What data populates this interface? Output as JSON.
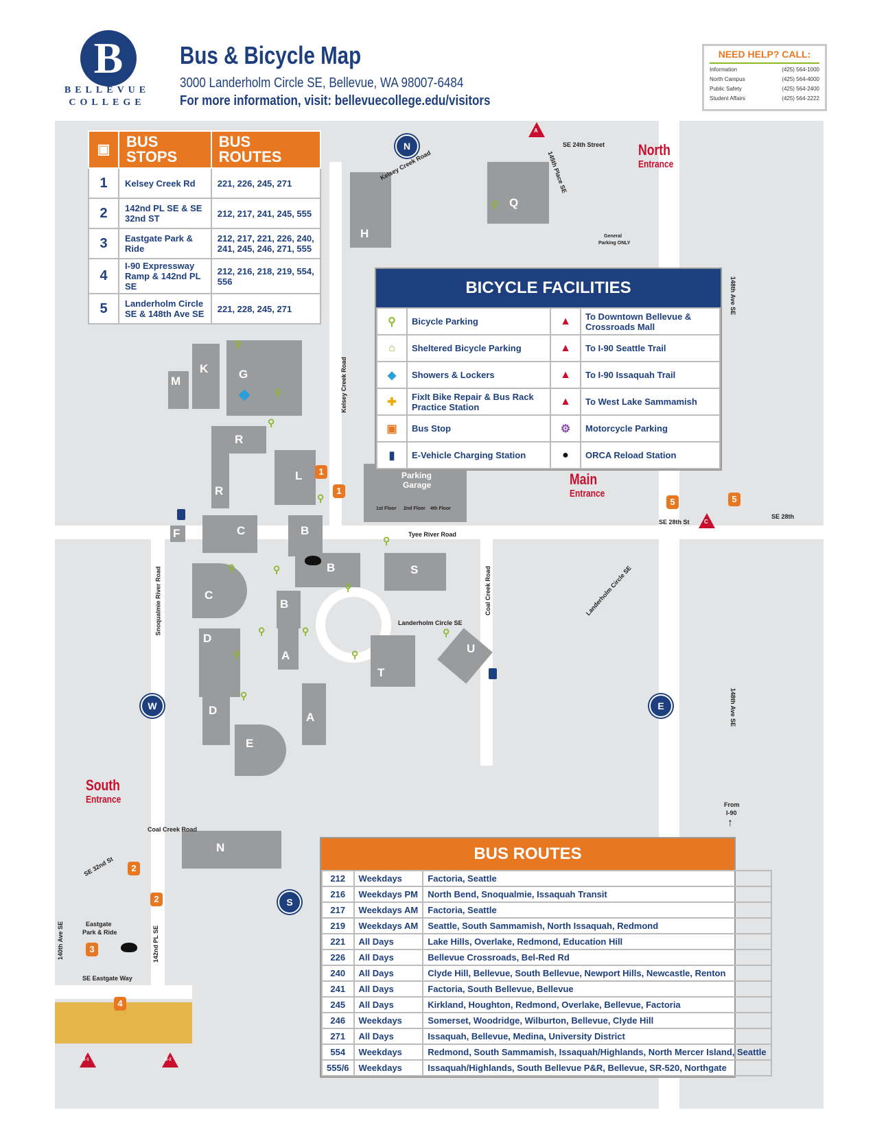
{
  "header": {
    "logo_letter": "B",
    "logo_line1": "BELLEVUE",
    "logo_line2": "COLLEGE",
    "title": "Bus & Bicycle Map",
    "address": "3000 Landerholm Circle SE, Bellevue, WA 98007-6484",
    "info": "For more information, visit: bellevuecollege.edu/visitors"
  },
  "help": {
    "title": "NEED HELP? CALL:",
    "rows": [
      {
        "label": "Information",
        "phone": "(425) 564-1000"
      },
      {
        "label": "North Campus",
        "phone": "(425) 564-4000"
      },
      {
        "label": "Public Safety",
        "phone": "(425) 564-2400"
      },
      {
        "label": "Student Affairs",
        "phone": "(425) 564-2222"
      }
    ]
  },
  "bus_stops_table": {
    "header_stops": "BUS STOPS",
    "header_routes": "BUS ROUTES",
    "rows": [
      {
        "num": "1",
        "stop": "Kelsey Creek Rd",
        "routes": "221, 226, 245, 271"
      },
      {
        "num": "2",
        "stop": "142nd PL SE & SE 32nd ST",
        "routes": "212, 217, 241, 245, 555"
      },
      {
        "num": "3",
        "stop": "Eastgate Park & Ride",
        "routes": "212, 217, 221, 226, 240, 241, 245, 246, 271, 555"
      },
      {
        "num": "4",
        "stop": "I-90 Expressway Ramp & 142nd PL SE",
        "routes": "212, 216, 218, 219, 554, 556"
      },
      {
        "num": "5",
        "stop": "Landerholm Circle SE & 148th Ave SE",
        "routes": "221, 228, 245, 271"
      }
    ]
  },
  "bicycle_facilities": {
    "title": "BICYCLE FACILITIES",
    "left": [
      {
        "icon": "bike-icon",
        "label": "Bicycle Parking"
      },
      {
        "icon": "sheltered-bike-icon",
        "label": "Sheltered Bicycle Parking"
      },
      {
        "icon": "diamond-icon",
        "label": "Showers & Lockers"
      },
      {
        "icon": "wrench-icon",
        "label": "FixIt Bike Repair & Bus Rack Practice Station"
      },
      {
        "icon": "bus-icon",
        "label": "Bus Stop"
      },
      {
        "icon": "ev-charging-icon",
        "label": "E-Vehicle Charging Station"
      }
    ],
    "right": [
      {
        "icon": "A",
        "label": "To Downtown Bellevue & Crossroads Mall"
      },
      {
        "icon": "B-1",
        "label": "To I-90 Seattle Trail"
      },
      {
        "icon": "B-2",
        "label": "To I-90 Issaquah Trail"
      },
      {
        "icon": "C",
        "label": "To West Lake Sammamish"
      },
      {
        "icon": "motorcycle-icon",
        "label": "Motorcycle Parking"
      },
      {
        "icon": "orca-icon",
        "label": "ORCA Reload Station"
      }
    ]
  },
  "bus_routes_table": {
    "title": "BUS ROUTES",
    "rows": [
      {
        "route": "212",
        "days": "Weekdays",
        "dest": "Factoria, Seattle"
      },
      {
        "route": "216",
        "days": "Weekdays PM",
        "dest": "North Bend, Snoqualmie, Issaquah Transit"
      },
      {
        "route": "217",
        "days": "Weekdays AM",
        "dest": "Factoria, Seattle"
      },
      {
        "route": "219",
        "days": "Weekdays AM",
        "dest": "Seattle, South Sammamish, North Issaquah, Redmond"
      },
      {
        "route": "221",
        "days": "All Days",
        "dest": "Lake Hills, Overlake, Redmond, Education Hill"
      },
      {
        "route": "226",
        "days": "All Days",
        "dest": "Bellevue Crossroads, Bel-Red Rd"
      },
      {
        "route": "240",
        "days": "All Days",
        "dest": "Clyde Hill, Bellevue, South Bellevue, Newport Hills, Newcastle, Renton"
      },
      {
        "route": "241",
        "days": "All Days",
        "dest": "Factoria, South Bellevue, Bellevue"
      },
      {
        "route": "245",
        "days": "All Days",
        "dest": "Kirkland, Houghton, Redmond, Overlake, Bellevue, Factoria"
      },
      {
        "route": "246",
        "days": "Weekdays",
        "dest": "Somerset, Woodridge, Wilburton, Bellevue, Clyde Hill"
      },
      {
        "route": "271",
        "days": "All Days",
        "dest": "Issaquah, Bellevue, Medina, University District"
      },
      {
        "route": "554",
        "days": "Weekdays",
        "dest": "Redmond, South Sammamish, Issaquah/Highlands, North Mercer Island, Seattle"
      },
      {
        "route": "555/6",
        "days": "Weekdays",
        "dest": "Issaquah/Highlands, South Bellevue P&R, Bellevue, SR-520, Northgate"
      }
    ]
  },
  "map": {
    "entrances": {
      "north": "North",
      "north_sub": "Entrance",
      "main": "Main",
      "main_sub": "Entrance",
      "south": "South",
      "south_sub": "Entrance"
    },
    "roads": {
      "se24": "SE 24th Street",
      "kelsey": "Kelsey Creek Road",
      "pl145": "145th Place SE",
      "general": "General",
      "parking_only": "Parking ONLY",
      "ave148a": "148th Ave SE",
      "ave148b": "148th Ave SE",
      "kelsey2": "Kelsey Creek Road",
      "tyee": "Tyee River Road",
      "coal": "Coal Creek Road",
      "se28": "SE 28th St",
      "se28b": "SE 28th",
      "landerholm": "Landerholm Circle SE",
      "landerholm2": "Landerholm Circle SE",
      "snoqualmie": "Snoqualmie River Road",
      "coal2": "Coal Creek Road",
      "se32": "SE 32nd St",
      "ave140": "140th Ave SE",
      "pl142": "142nd PL SE",
      "eastgate_way": "SE Eastgate Way",
      "eastgate_pr": "Eastgate",
      "park_ride": "Park & Ride",
      "from": "From",
      "i90": "I-90"
    },
    "garage": {
      "title": "Parking",
      "title2": "Garage",
      "f1": "1st Floor",
      "f2": "2nd Floor",
      "f4": "4th Floor"
    },
    "compass": {
      "n": "N",
      "w": "W",
      "e": "E",
      "s": "S"
    },
    "buildings": [
      "H",
      "Q",
      "M",
      "K",
      "G",
      "R",
      "R",
      "L",
      "F",
      "C",
      "C",
      "B",
      "B",
      "B",
      "S",
      "D",
      "D",
      "A",
      "A",
      "E",
      "T",
      "U",
      "N"
    ],
    "stop_markers": {
      "a": "1",
      "b": "1",
      "c": "5",
      "d": "5",
      "e": "2",
      "f": "2",
      "g": "3",
      "h": "4"
    },
    "triangles": {
      "a": "A",
      "c": "C",
      "b1": "B-1",
      "b2": "B-2"
    }
  },
  "colors": {
    "navy": "#1e3f7d",
    "orange": "#e87722",
    "green": "#8bb92d",
    "red": "#c8102e",
    "building": "#9a9b9d"
  }
}
